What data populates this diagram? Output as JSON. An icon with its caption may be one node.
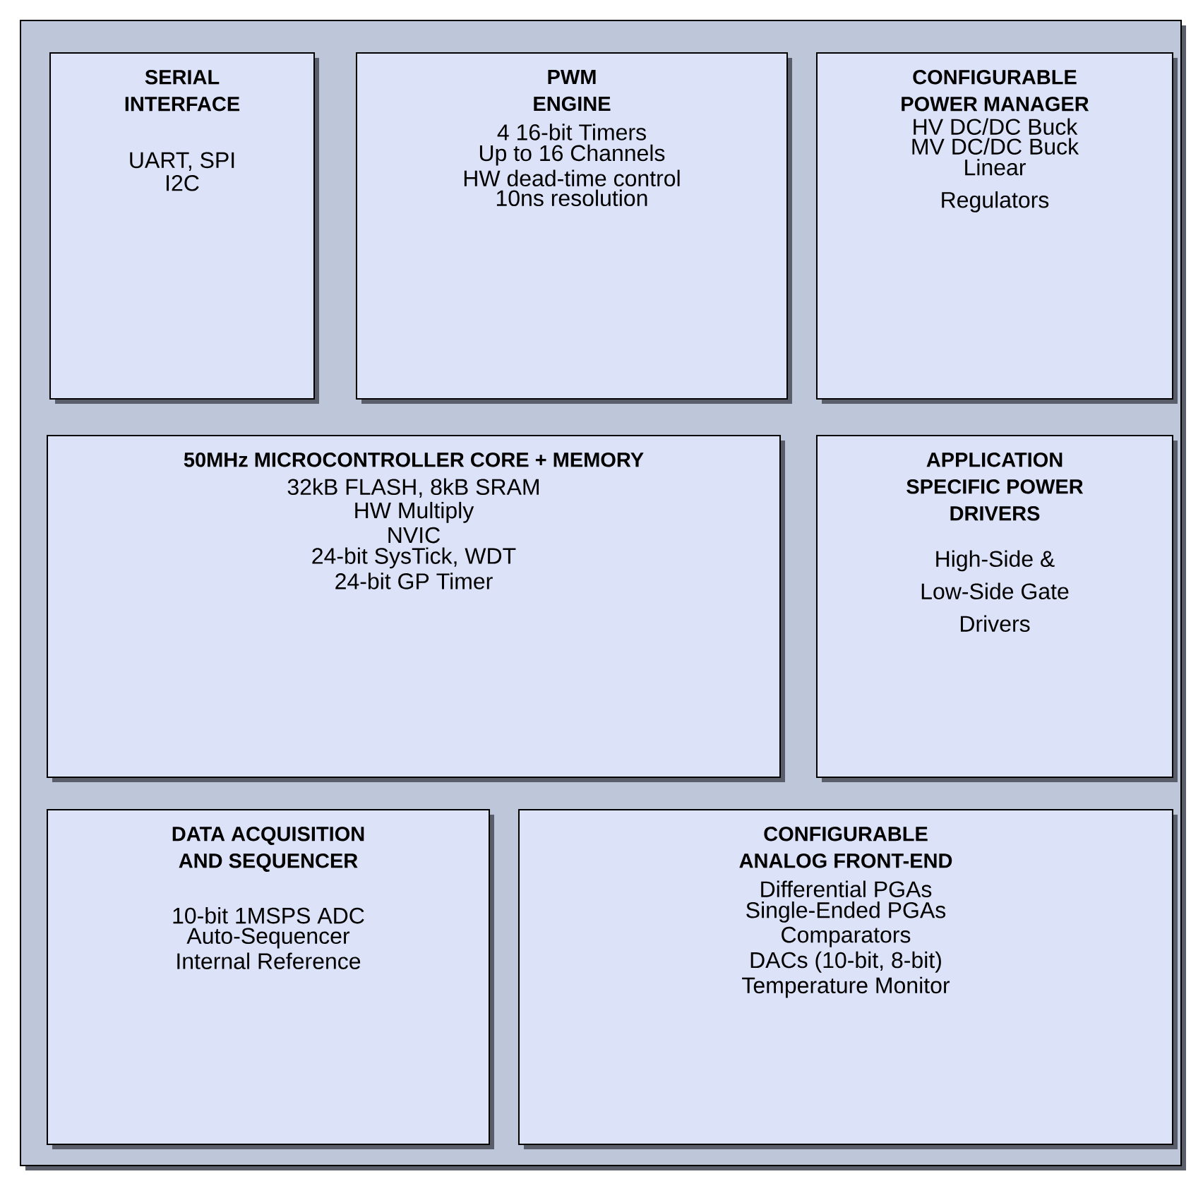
{
  "diagram": {
    "nodes": [
      {
        "text": [],
        "shape": "box"
      },
      {
        "text": [
          "SERIAL INTERFACE",
          "UART, SPI",
          "I2C"
        ],
        "in": 0
      },
      {
        "text": [
          "PWM ENGINE",
          "4 16-bit Timers",
          "Up to 16 Channels",
          "HW dead-time control",
          "10ns resolution"
        ],
        "in": 0
      },
      {
        "text": [
          "CONFIGURABLE POWER MANAGER",
          "HV DC/DC Buck",
          "MV DC/DC Buck",
          "Linear Regulators"
        ],
        "in": 0
      },
      {
        "text": [
          "50MHz MICROCONTROLLER CORE + MEMORY",
          "32kB FLASH, 8kB SRAM",
          "HW Multiply",
          "NVIC",
          "24-bit SysTick, WDT",
          "24-bit GP Timer"
        ],
        "in": 0
      },
      {
        "text": [
          "APPLICATION SPECIFIC POWER DRIVERS",
          "High-Side & Low-Side Gate Drivers"
        ],
        "in": 0
      },
      {
        "text": [
          "DATA ACQUISITION AND SEQUENCER",
          "10-bit 1MSPS ADC",
          "Auto-Sequencer",
          "Internal Reference"
        ],
        "in": 0
      },
      {
        "text": [
          "CONFIGURABLE ANALOG FRONT-END",
          "Differential PGAs",
          "Single-Ended PGAs",
          "Comparators",
          "DACs (10-bit, 8-bit)",
          "Temperature Monitor"
        ],
        "in": 0
      }
    ]
  }
}
